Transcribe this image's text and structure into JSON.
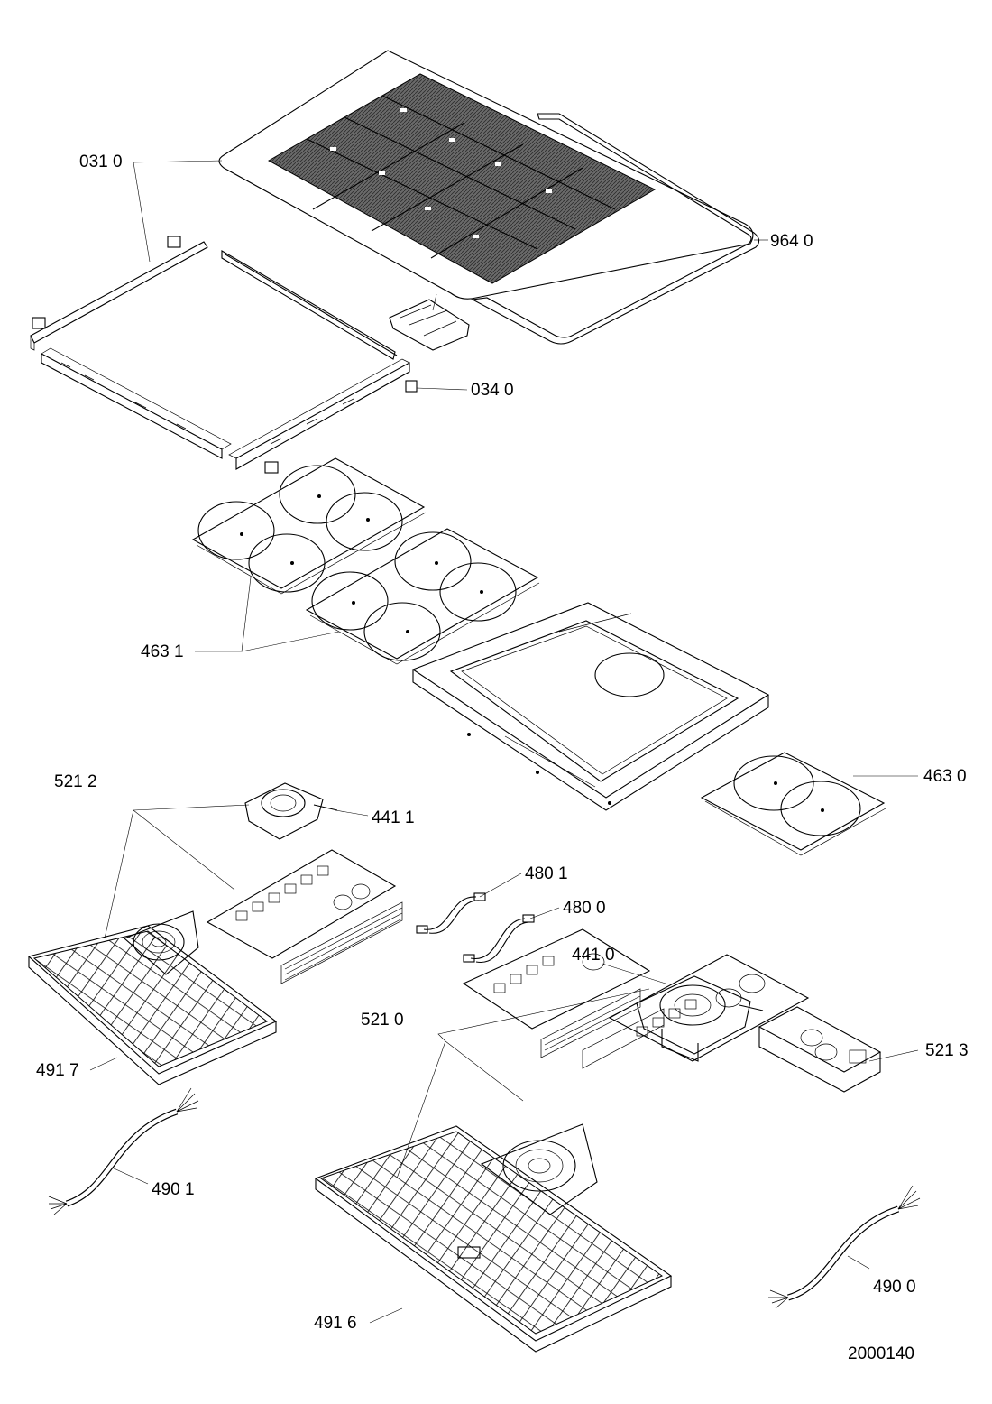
{
  "diagram": {
    "callouts": {
      "c0310": "031 0",
      "c9640": "964 0",
      "c0340": "034 0",
      "c4631": "463 1",
      "c4630": "463 0",
      "c5212": "521 2",
      "c4411": "441 1",
      "c4801": "480 1",
      "c4800": "480 0",
      "c4410": "441 0",
      "c5210": "521 0",
      "c5213": "521 3",
      "c4917": "491 7",
      "c4901": "490 1",
      "c4900": "490 0",
      "c4916": "491 6"
    },
    "drawing_number": "2000140"
  }
}
